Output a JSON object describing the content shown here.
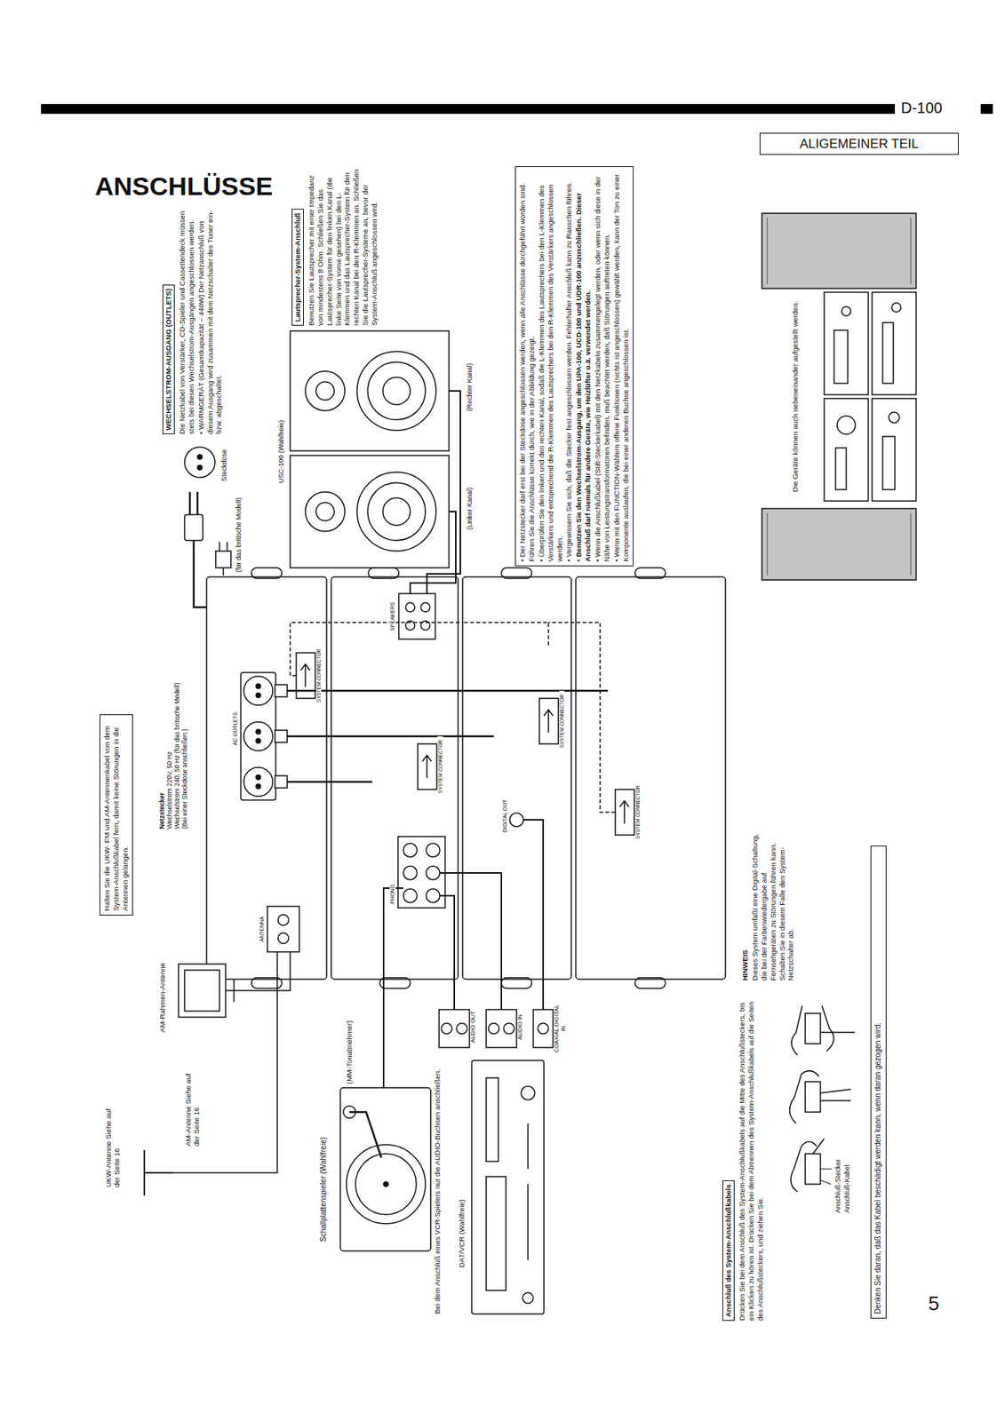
{
  "diagram": {
    "title": "ANSCHLÜSSE",
    "nodes": [
      {
        "text": [
          "ALIGEMEINER TEIL"
        ]
      },
      {
        "text": [
          "Halten Sie die UKW- FM und AM-Antennenkabel von dem System-Anschlußkabel fern, damit keine Störungen in die Antennen gelangen."
        ]
      },
      {
        "text": [
          "WECHSELSTROM-AUSGANG (OUTLETS)",
          "Die Netzkabel von Verstärker, CD-Spieler und Cassettendeck müssen stets bei diesen Wechselstrom-Ausgängen angeschlossen werden.",
          "• WARMGERÄT (Gesamtkapazität – 440W) Der Netzanschluß von diesem Ausgang wird zusammen mit dem Netzschalter des Tuner ein- bzw. abgeschaltet."
        ]
      },
      {
        "text": [
          "Lautsprecher-System-Anschluß",
          "Benutzen Sie Lautsprecher mit einer Impedanz von mindestens 8 Ohm. Schließen Sie das Lautsprecher-System für den linken Kanal (die linke Seite von vorne gesehen) bei den L-Klemmen und das Lautsprecher-System für den rechten Kanal bei den R-Klemmen an. Schließen Sie die Lautsprecher-Systeme an, bevor der System-Anschluß angeschlossen wird."
        ]
      },
      {
        "text": [
          "• Der Netzstecker darf erst bei der Steckdose angeschlossen werden, wenn alle Anschlüsse durchgeführt worden sind. Führen Sie die Anschlüsse korrekt durch, wie in der Abbildung gezeigt.",
          "• Überprüfen Sie den linken und den rechten Kanal, sodaß die L-Klemmen des Lautsprechers bei den L-Klemmen des Verstärkers und entsprechend die R-Klemmen des Lautsprechers bei den R-Klemmen des Verstärkers angeschlossen werden.",
          "• Vergewissern Sie sich, daß die Stecker fest angeschlossen werden. Fehlerhafter Anschluß kann zu Rauschen führen.",
          "• Benutzen Sie den Wechselstrom-Ausgang, um den UPA-100, UCD-100 und UDR-100 anzuschließen. Dieser Anschluß darf niemals für andere Geräte, wie Heizlüfter o.ä. verwendet werden.",
          "• Wenn die Anschlußkabel (Stift-Steckerkabel) mit den Netzkabeln zusammengelegt werden, oder wenn sich diese in der Nähe von Leistungstransformatoren befinden, muß beachtet werden, daß Störungen auftreten können.",
          "• Wenn mit den FUNCTION-Wählern offene Funktionen (nichts ist angeschlossen) gewählt werden, kann der Ton zu einer Komponente auslaufen, die bei einer anderen Buchse angeschlossen ist."
        ]
      },
      {
        "text": [
          "HINWEIS",
          "Dieses System umfaßt eine Digital-Schaltung, die bei der Farbenwiedergabe auf Fernsehgeräten zu Störungen führen kann. Schalten Sie in diesem Falle den System-Netzschalter ab."
        ]
      },
      {
        "text": [
          "Anschluß des System-Anschlußkabels",
          "Drücken Sie bei dem Anschluß des System-Anschlußkabels auf die Mitte des Anschlußsteckers, bis ein Klicken zu hören ist. Drücken Sie bei dem Abtrennen des System-Anschlußkabels auf die Seiten des Anschlußsteckers, und ziehen Sie."
        ]
      },
      {
        "text": [
          "Denken Sie daran, daß das Kabel beschädigt werden kann, wenn daran gezogen wird."
        ]
      }
    ],
    "labels": [
      "D-100",
      "5",
      "Netzstecker",
      "Wechselstrom 220V, 50 Hz",
      "Wechselstrom 240, 50 Hz (für das britische Modell)",
      "(Bei einer Steckdose anschließen.)",
      "Steckdose",
      "(für das britische Modell)",
      "USC-100 (Wahlfreie)",
      "(Linker Kanal)",
      "(Rechter Kanal)",
      "Die Geräte können auch nebeneinander aufgestellt werden.",
      "UKW-Antenne Siehe auf der Seite 16",
      "AM-Antenne Siehe auf der Seite 16",
      "AM-Rahmen-Antenne",
      "Schallplattenspieler (Wahlfreie)",
      "(MM-Tonabnehmer)",
      "Bei dem Anschluß eines VCR-Spielers nur die AUDIO-Buchsen anschließen.",
      "DAT/VCR (Wahlfreie)",
      "AUDIO OUT",
      "AUDIO IN",
      "COAXIAL DIGITAL IN",
      "Anschluß-Stecker",
      "Anschluß-Kabel",
      "AC OUTLETS",
      "SPEAKERS",
      "ANTENNA",
      "PHONO",
      "DIGITAL OUT",
      "SYSTEM CONNECTOR",
      "SYSTEM CONNECTOR",
      "SYSTEM CONNECTOR",
      "SYSTEM CONNECTOR"
    ]
  }
}
